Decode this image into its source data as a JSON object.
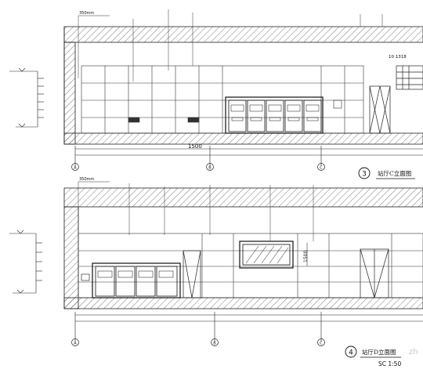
{
  "elevation_c": {
    "number": "3",
    "title": "站厅C立面图",
    "note_top": "350mm",
    "dim_height": "1500",
    "dim_right": "10  1318",
    "axis_labels": [
      "A",
      "B",
      "C"
    ]
  },
  "elevation_d": {
    "number": "4",
    "title": "站厅D立面图",
    "scale": "SC 1:50",
    "note_top": "350mm",
    "dim_height": "1500",
    "axis_labels": [
      "A",
      "B",
      "C"
    ]
  },
  "watermark": "zh"
}
